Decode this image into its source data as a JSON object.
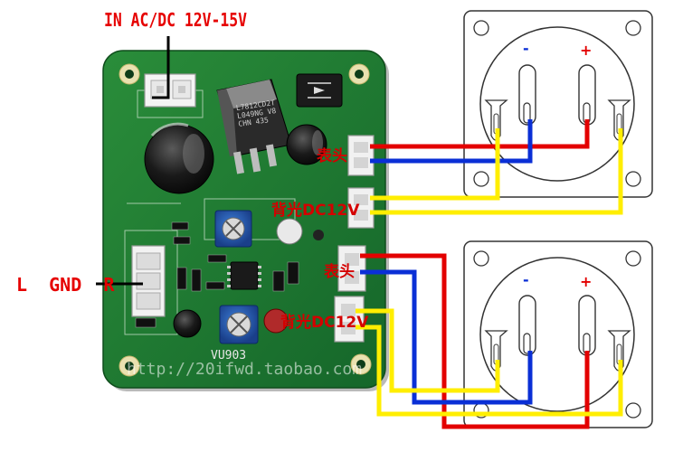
{
  "input_label": "IN AC/DC 12V-15V",
  "audio_label": "L  GND  R",
  "meter_label_1": "表头",
  "backlight_label_1": "背光DC12V",
  "meter_label_2": "表头",
  "backlight_label_2": "背光DC12V",
  "board_model": "VU903",
  "watermark": "http://20ifwd.taobao.com",
  "chip_marking": "L7812CD2T\nL049NG V8\nCHN 435",
  "meter_top_minus": "-",
  "meter_top_plus": "+",
  "meter_bottom_minus": "-",
  "meter_bottom_plus": "+",
  "colors": {
    "pcb": "#1c7a2e",
    "wire_red": "#e30000",
    "wire_blue": "#0a2fd6",
    "wire_yellow": "#ffee00",
    "text_red": "#e60000"
  }
}
